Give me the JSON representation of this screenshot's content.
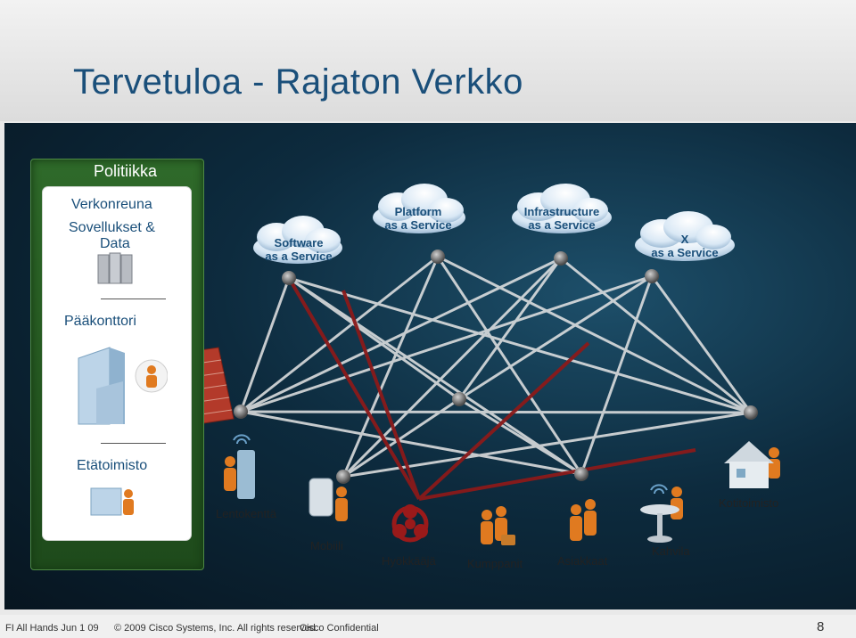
{
  "title": "Tervetuloa  - Rajaton Verkko",
  "panel": {
    "policy": "Politiikka",
    "network_edge": "Verkonreuna",
    "apps_line1": "Sovellukset &",
    "apps_line2": "Data",
    "hq": "Pääkonttori",
    "remote": "Etätoimisto"
  },
  "clouds": {
    "saas": {
      "line1": "Software",
      "line2": "as a Service"
    },
    "paas": {
      "line1": "Platform",
      "line2": "as a Service"
    },
    "iaas": {
      "line1": "Infrastructure",
      "line2": "as a Service"
    },
    "xaas": {
      "line1": "X",
      "line2": "as a Service"
    }
  },
  "nodes": {
    "airport": "Lentokenttä",
    "mobile": "Mobiili",
    "attacker": "Hyökkääjä",
    "partner": "Kumppanit",
    "customer": "Asiakkaat",
    "cafe": "Kahvila",
    "home": "Kotitoimisto"
  },
  "footer": {
    "event": "FI All Hands Jun 1 09",
    "copyright": "© 2009 Cisco Systems, Inc. All rights reserved.",
    "confidential": "Cisco Confidential",
    "page": "8"
  },
  "colors": {
    "title": "#1a4f7a",
    "panel_green": "#2f6a2a",
    "threat_red": "#8b1a1a",
    "person_orange": "#e07a20"
  }
}
